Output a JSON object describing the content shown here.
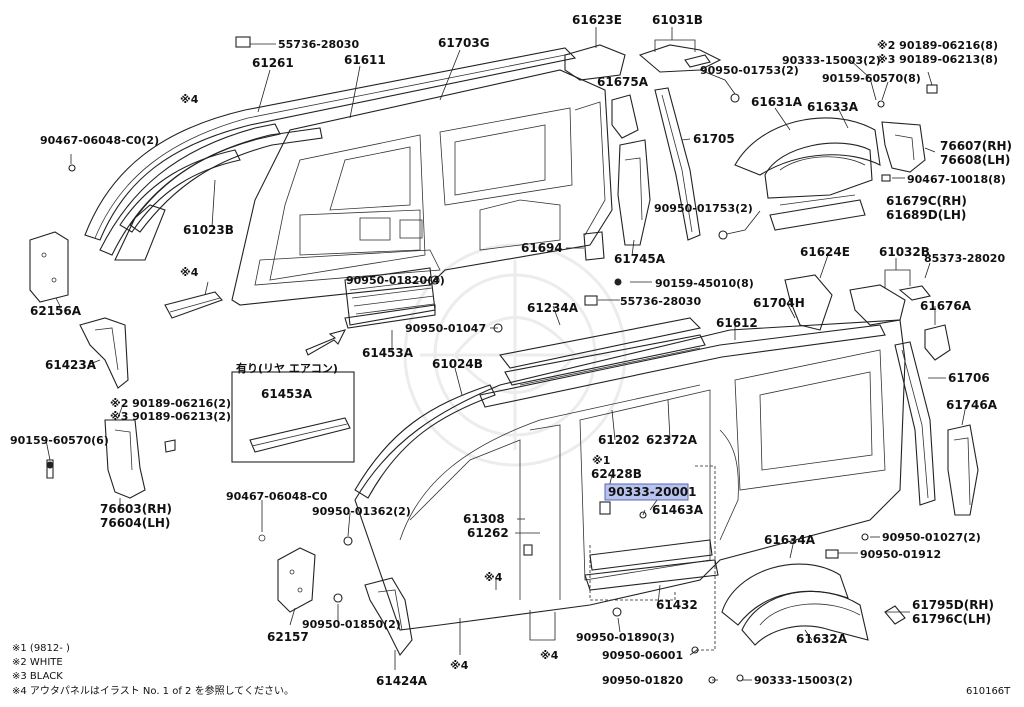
{
  "parts": {
    "p55736_top": "55736-28030",
    "p61261": "61261",
    "p61611": "61611",
    "p61703G": "61703G",
    "p61623E": "61623E",
    "p61031B": "61031B",
    "p90950_01753a": "90950-01753(2)",
    "p90333_15003a": "90333-15003(2)",
    "p90189_06216a_a": "※2 90189-06216(8)",
    "p90189_06213a_a": "※3 90189-06213(8)",
    "p90159_60570a": "90159-60570(8)",
    "p61675A": "61675A",
    "p61631A": "61631A",
    "p61633A": "61633A",
    "p76607": "76607(RH)",
    "p76608": "76608(LH)",
    "p61705": "61705",
    "p90467_10018": "90467-10018(8)",
    "p90950_01753b": "90950-01753(2)",
    "p61679C": "61679C(RH)",
    "p61689D": "61689D(LH)",
    "p90467_06048a": "90467-06048-C0(2)",
    "p61023B": "61023B",
    "p61694": "61694",
    "p61745A": "61745A",
    "p90159_45010": "90159-45010(8)",
    "p61624E": "61624E",
    "p61032B": "61032B",
    "p85373": "85373-28020",
    "p55736_mid": "55736-28030",
    "p90950_01820": "90950-01820(4)",
    "p62156A": "62156A",
    "star4_a": "※4",
    "star4_b": "※4",
    "p61234A": "61234A",
    "p61704H": "61704H",
    "p61676A": "61676A",
    "p90950_01047": "90950-01047",
    "p61612": "61612",
    "p61453A": "61453A",
    "p61423A": "61423A",
    "p61024B": "61024B",
    "p61706": "61706",
    "p_rear_ac": "有り(リヤ エアコン)",
    "p61453A_b": "61453A",
    "p90189_06216b": "※2 90189-06216(2)",
    "p90189_06213b": "※3 90189-06213(2)",
    "p61746A": "61746A",
    "p90159_60570b": "90159-60570(6)",
    "p61202": "61202",
    "p62372A": "62372A",
    "star1": "※1",
    "p62428B": "62428B",
    "p90333_20001": "90333-20001",
    "p90467_06048b": "90467-06048-C0",
    "p76603": "76603(RH)",
    "p76604": "76604(LH)",
    "p90950_01362": "90950-01362(2)",
    "p61308": "61308",
    "p61463A": "61463A",
    "p62262": "61262",
    "p90950_01027": "90950-01027(2)",
    "p61634A": "61634A",
    "p90950_01912": "90950-01912",
    "star4_c": "※4",
    "p62157": "62157",
    "p90950_01850": "90950-01850(2)",
    "p61432": "61432",
    "p61795D": "61795D(RH)",
    "p61796C": "61796C(LH)",
    "p90950_01890": "90950-01890(3)",
    "p61632A": "61632A",
    "p90950_06001": "90950-06001",
    "star4_d": "※4",
    "star4_e": "※4",
    "p61424A": "61424A",
    "p90950_01820b": "90950-01820",
    "p90333_15003b": "90333-15003(2)"
  },
  "notes": {
    "n1": "※1 (9812-     )",
    "n2": "※2 WHITE",
    "n3": "※3 BLACK",
    "n4": "※4 アウタパネルはイラスト No. 1 of 2 を参照してください。"
  },
  "figure_id": "610166T",
  "highlight_color": "#b9c4ee"
}
